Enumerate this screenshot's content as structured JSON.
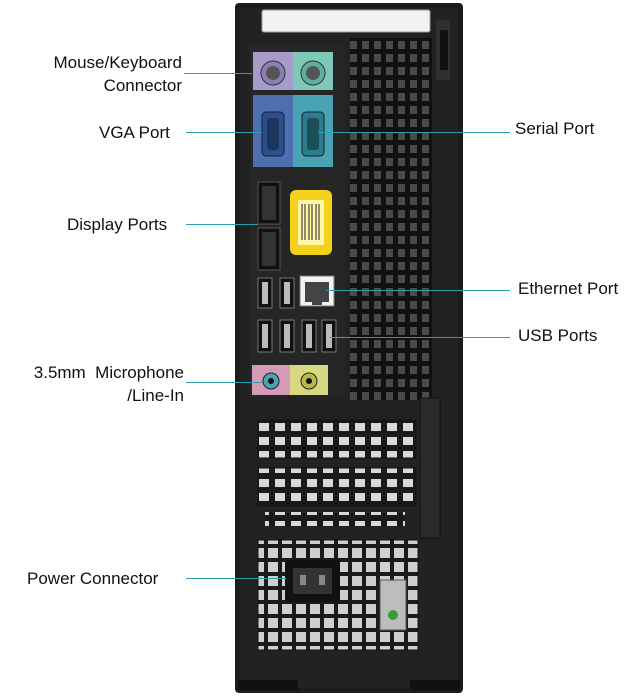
{
  "labels": {
    "mouse_keyboard_line1": "Mouse/Keyboard",
    "mouse_keyboard_line2": "Connector",
    "vga": "VGA Port",
    "display": "Display Ports",
    "microphone_line1": "3.5mm  Microphone",
    "microphone_line2": "/Line-In",
    "power": "Power Connector",
    "serial": "Serial Port",
    "ethernet": "Ethernet Port",
    "usb": "USB Ports"
  },
  "colors": {
    "leader_line": "#2aa0ad",
    "case_body": "#1c1c1c",
    "ps2_purple": "#a79cc9",
    "ps2_green": "#7fc7b8",
    "vga_blue": "#4d6fb0",
    "serial_teal": "#4aa3b3",
    "audio_pink": "#d59ab8",
    "audio_lime": "#d8d880",
    "sticker_yellow": "#f2d21b"
  }
}
